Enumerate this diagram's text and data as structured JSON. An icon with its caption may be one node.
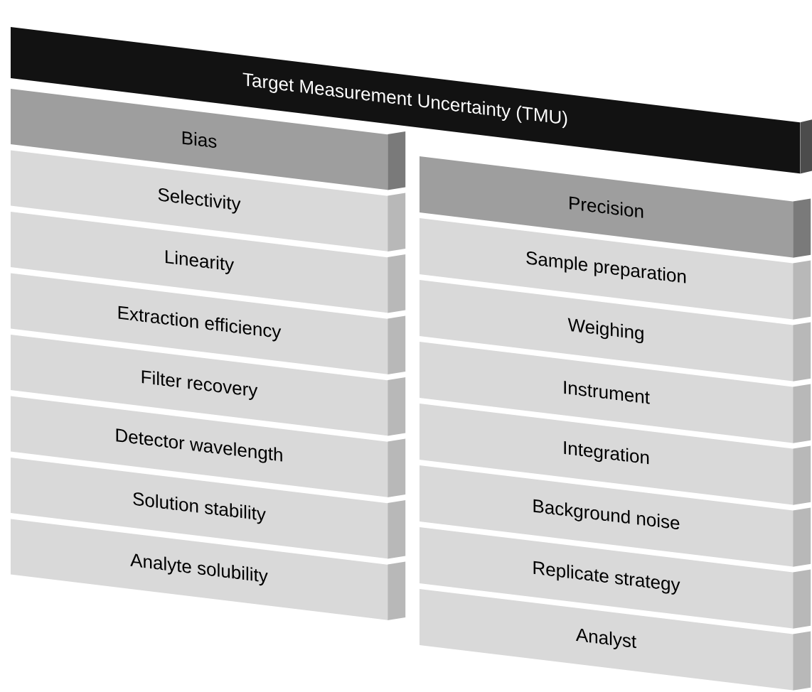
{
  "diagram": {
    "nodes": [
      {
        "text": [
          "Target Measurement Uncertainty (TMU)"
        ]
      },
      {
        "text": [
          "Bias"
        ]
      },
      {
        "text": [
          "Selectivity"
        ]
      },
      {
        "text": [
          "Linearity"
        ]
      },
      {
        "text": [
          "Extraction efficiency"
        ]
      },
      {
        "text": [
          "Filter recovery"
        ]
      },
      {
        "text": [
          "Detector wavelength"
        ]
      },
      {
        "text": [
          "Solution stability"
        ]
      },
      {
        "text": [
          "Analyte solubility"
        ]
      },
      {
        "text": [
          "Precision"
        ]
      },
      {
        "text": [
          "Sample preparation"
        ]
      },
      {
        "text": [
          "Weighing"
        ]
      },
      {
        "text": [
          "Instrument"
        ]
      },
      {
        "text": [
          "Integration"
        ]
      },
      {
        "text": [
          "Background noise"
        ]
      },
      {
        "text": [
          "Replicate strategy"
        ]
      },
      {
        "text": [
          "Analyst"
        ]
      }
    ]
  }
}
